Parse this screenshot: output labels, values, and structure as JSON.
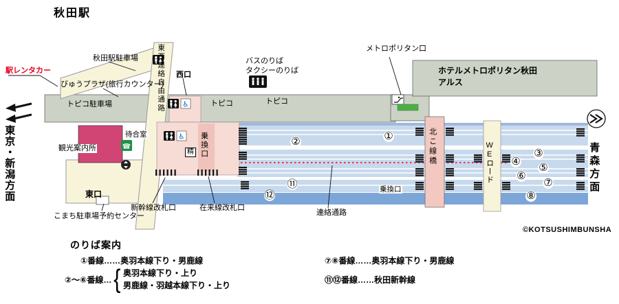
{
  "page": {
    "title": "秋田駅",
    "copyright": "©KOTSUSHIMBUNSHA"
  },
  "map": {
    "labels": {
      "rentacar": "駅レンタカー",
      "station_parking": "秋田駅駐車場",
      "free_passage": "東西連絡自由通路",
      "west_exit": "西口",
      "bus_stop": "バスのりば",
      "taxi_stand": "タクシーのりば",
      "metropolitan_exit": "メトロポリタン口",
      "hotel_line1": "ホテルメトロポリタン秋田",
      "hotel_line2": "アルス",
      "view_plaza": "びゅうプラザ(旅行カウンター)",
      "topico_parking": "トピコ駐車場",
      "topico_a": "トピコ",
      "topico_b": "トピコ",
      "waiting_room": "待合室",
      "tourist_info": "観光案内所",
      "transfer_gate_center": "乗換口",
      "north_bridge": "北こ線橋",
      "we_road": "WEロード",
      "transfer_gate_east": "乗換口",
      "east_exit": "東口",
      "komachi_center": "こまち駐車場予約センター",
      "shinkansen_gate": "新幹線改札口",
      "local_gate": "在来線改札口",
      "passage": "連絡通路",
      "dir_west": "東京・新潟方面",
      "dir_east": "青森方面",
      "fare_adjust": "精"
    },
    "platforms": {
      "p1": "①",
      "p2": "②",
      "p3": "③",
      "p4": "④",
      "p5": "⑤",
      "p6": "⑥",
      "p7": "⑦",
      "p8": "⑧",
      "p11": "⑪",
      "p12": "⑫"
    }
  },
  "legend": {
    "heading": "のりば案内",
    "rows": [
      {
        "num": "①番線……",
        "dest": "奥羽本線下り・男鹿線"
      },
      {
        "num": "②～⑥番線…",
        "dest1": "奥羽本線下り・上り",
        "dest2": "男鹿線・羽越本線下り・上り"
      },
      {
        "num": "⑦⑧番線……",
        "dest": "奥羽本線下り・男鹿線"
      },
      {
        "num": "⑪⑫番線……",
        "dest": "秋田新幹線"
      }
    ]
  },
  "colors": {
    "building_gray_green": "#ccd3c6",
    "platform_blue": "#c7d9ed",
    "track_dark_blue": "#7da6d8",
    "concourse_pink": "#f7dbd5",
    "bridge_pink": "#f2c8c1",
    "road_cream": "#f8f4da",
    "tourist_info_magenta": "#d14575",
    "phone_green": "#1f9247",
    "passage_red": "#ea3a5a",
    "rentacar_red": "#e60021",
    "metropolitan_green": "#4caf46"
  }
}
